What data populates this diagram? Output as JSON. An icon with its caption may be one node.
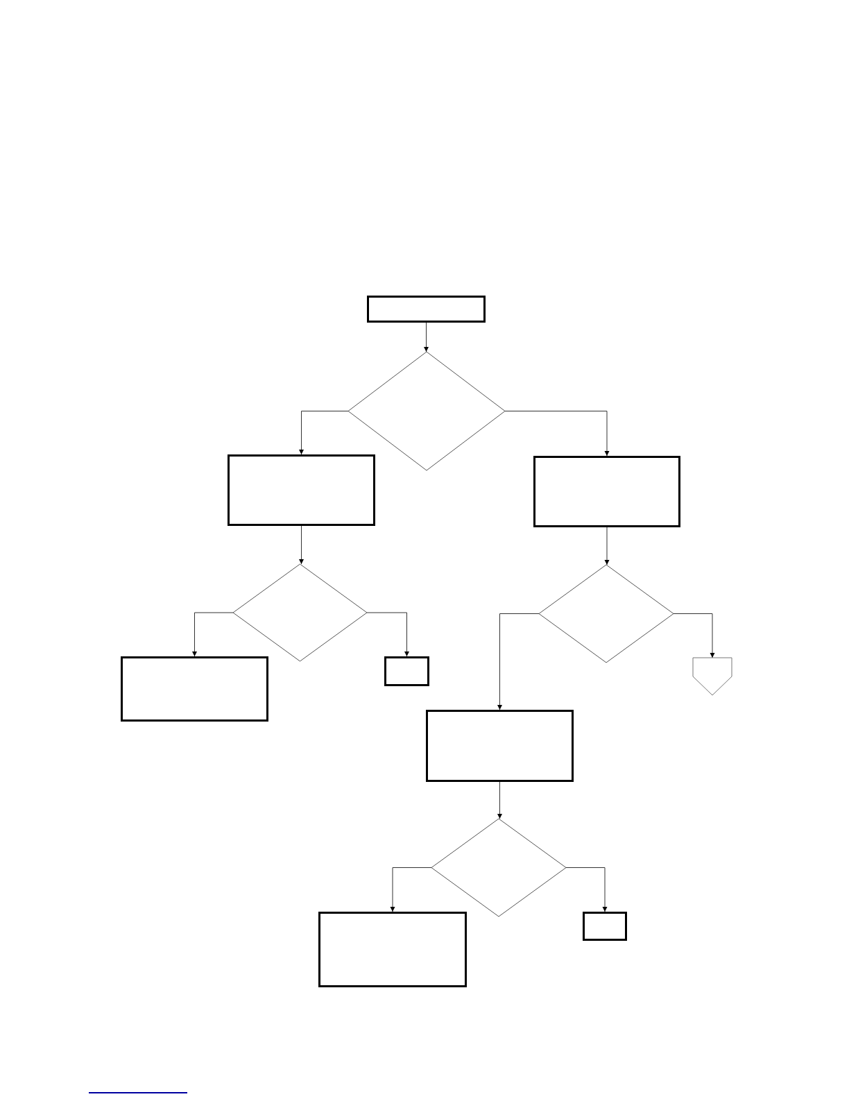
{
  "diagram": {
    "nodes": [
      {
        "text": [],
        "shape": "box"
      },
      {
        "text": [],
        "shape": "diamond"
      },
      {
        "text": [],
        "shape": "box"
      },
      {
        "text": [],
        "shape": "box"
      },
      {
        "text": [],
        "shape": "diamond"
      },
      {
        "text": [],
        "shape": "box"
      },
      {
        "text": [],
        "shape": "box"
      },
      {
        "text": [],
        "shape": "diamond"
      },
      {
        "text": [],
        "shape": "pentagon"
      },
      {
        "text": [],
        "shape": "box"
      },
      {
        "text": [],
        "shape": "diamond"
      },
      {
        "text": [],
        "shape": "box"
      },
      {
        "text": [],
        "shape": "box"
      }
    ],
    "edges": [
      {
        "from": 0,
        "to": 1,
        "arrow": "to"
      },
      {
        "from": 1,
        "to": 2,
        "arrow": "to"
      },
      {
        "from": 1,
        "to": 3,
        "arrow": "to"
      },
      {
        "from": 2,
        "to": 4,
        "arrow": "to"
      },
      {
        "from": 4,
        "to": 5,
        "arrow": "to"
      },
      {
        "from": 4,
        "to": 6,
        "arrow": "to"
      },
      {
        "from": 3,
        "to": 7,
        "arrow": "to"
      },
      {
        "from": 7,
        "to": 9,
        "arrow": "to"
      },
      {
        "from": 7,
        "to": 8,
        "arrow": "to"
      },
      {
        "from": 9,
        "to": 10,
        "arrow": "to"
      },
      {
        "from": 10,
        "to": 11,
        "arrow": "to"
      },
      {
        "from": 10,
        "to": 12,
        "arrow": "to"
      }
    ]
  }
}
